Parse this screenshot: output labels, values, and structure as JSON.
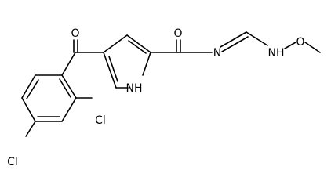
{
  "molecule": {
    "atoms": {
      "O_ketone": "O",
      "O_amide": "O",
      "N_imine": "N",
      "NH_pyrrole": "NH",
      "NH_methoxyamine": "NH",
      "O_methoxy": "O",
      "Cl_2": "Cl",
      "Cl_4": "Cl"
    }
  },
  "colors": {
    "bond": "#000000",
    "text": "#000000",
    "background": "#ffffff"
  }
}
